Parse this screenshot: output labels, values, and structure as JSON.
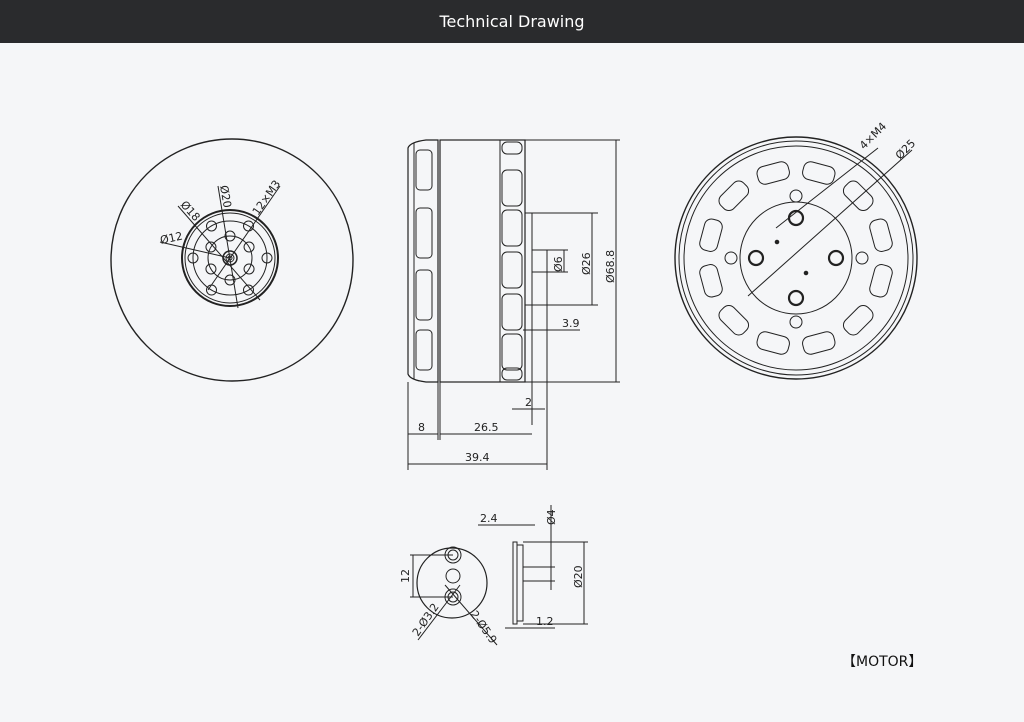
{
  "header": {
    "title": "Technical Drawing"
  },
  "front_view": {
    "dims": [
      "Ø12",
      "Ø18",
      "Ø20",
      "12×M3"
    ]
  },
  "side_view": {
    "dims": [
      "Ø6",
      "Ø26",
      "Ø68.8",
      "3.9",
      "2",
      "8",
      "26.5",
      "39.4"
    ]
  },
  "rear_view": {
    "dims": [
      "4×M4",
      "Ø25"
    ]
  },
  "adapter_view": {
    "dims": [
      "2.4",
      "Ø4",
      "12",
      "Ø20",
      "1.2",
      "2-Ø3.2",
      "2-Ø5.9"
    ]
  },
  "footer_label": "【MOTOR】"
}
